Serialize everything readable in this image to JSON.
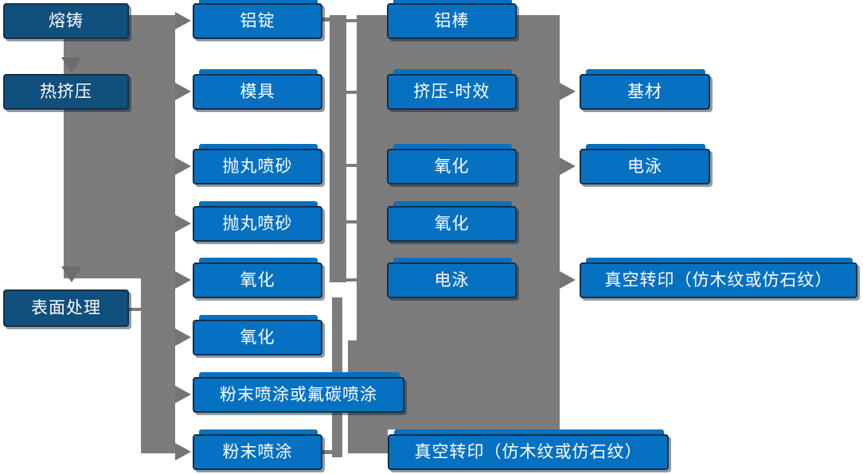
{
  "diagram": {
    "description": "Aluminium profile production process flowchart",
    "colors": {
      "dark_box": "#114F7C",
      "light_box": "#0771C1",
      "connector_gray": "#7C7C7C",
      "arrow_gray": "#696E71",
      "text": "#FFFFFF",
      "background": "#FFFFFF"
    },
    "nodes": [
      {
        "id": "melting-casting",
        "label": "熔铸",
        "variant": "dark"
      },
      {
        "id": "hot-extrusion",
        "label": "热挤压",
        "variant": "dark"
      },
      {
        "id": "surface-treatment",
        "label": "表面处理",
        "variant": "dark"
      },
      {
        "id": "aluminum-ingot",
        "label": "铝锭",
        "variant": "light"
      },
      {
        "id": "mold",
        "label": "模具",
        "variant": "light"
      },
      {
        "id": "shot-blasting-1",
        "label": "抛丸喷砂",
        "variant": "light"
      },
      {
        "id": "shot-blasting-2",
        "label": "抛丸喷砂",
        "variant": "light"
      },
      {
        "id": "oxidation-1",
        "label": "氧化",
        "variant": "light"
      },
      {
        "id": "oxidation-2",
        "label": "氧化",
        "variant": "light"
      },
      {
        "id": "powder-or-fluorocarbon",
        "label": "粉末喷涂或氟碳喷涂",
        "variant": "light"
      },
      {
        "id": "powder-coating",
        "label": "粉末喷涂",
        "variant": "light"
      },
      {
        "id": "aluminum-rod",
        "label": "铝棒",
        "variant": "light"
      },
      {
        "id": "extrusion-aging",
        "label": "挤压-时效",
        "variant": "light"
      },
      {
        "id": "oxidation-3",
        "label": "氧化",
        "variant": "light"
      },
      {
        "id": "oxidation-4",
        "label": "氧化",
        "variant": "light"
      },
      {
        "id": "electrophoresis-1",
        "label": "电泳",
        "variant": "light"
      },
      {
        "id": "vacuum-transfer-1",
        "label": "真空转印（仿木纹或仿石纹）",
        "variant": "light"
      },
      {
        "id": "base-material",
        "label": "基材",
        "variant": "light"
      },
      {
        "id": "electrophoresis-2",
        "label": "电泳",
        "variant": "light"
      },
      {
        "id": "vacuum-transfer-2",
        "label": "真空转印（仿木纹或仿石纹）",
        "variant": "light"
      }
    ],
    "edges": [
      {
        "from": "melting-casting",
        "to": "hot-extrusion"
      },
      {
        "from": "hot-extrusion",
        "to": "surface-treatment"
      },
      {
        "from": "melting-casting",
        "to": "aluminum-ingot"
      },
      {
        "from": "hot-extrusion",
        "to": "mold"
      },
      {
        "from": "hot-extrusion",
        "to": "shot-blasting-1"
      },
      {
        "from": "hot-extrusion",
        "to": "shot-blasting-2"
      },
      {
        "from": "hot-extrusion",
        "to": "oxidation-1"
      },
      {
        "from": "surface-treatment",
        "to": "oxidation-2"
      },
      {
        "from": "surface-treatment",
        "to": "powder-or-fluorocarbon"
      },
      {
        "from": "surface-treatment",
        "to": "powder-coating"
      },
      {
        "from": "aluminum-ingot",
        "to": "aluminum-rod"
      },
      {
        "from": "mold",
        "to": "extrusion-aging"
      },
      {
        "from": "extrusion-aging",
        "to": "base-material"
      },
      {
        "from": "oxidation-3",
        "to": "electrophoresis-2"
      },
      {
        "from": "electrophoresis-1",
        "to": "vacuum-transfer-2"
      }
    ]
  }
}
